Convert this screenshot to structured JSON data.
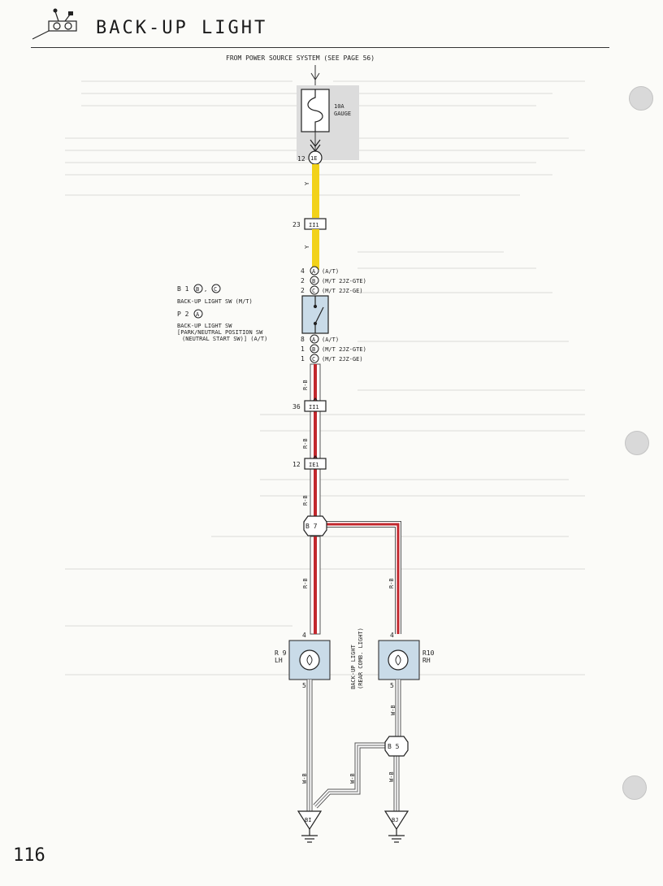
{
  "header": {
    "title": "BACK-UP LIGHT",
    "page_number": "116"
  },
  "source": {
    "label": "FROM POWER SOURCE SYSTEM (SEE PAGE 56)"
  },
  "fuse": {
    "rating": "10A",
    "name": "GAUGE"
  },
  "connectors": {
    "top_pin": "12",
    "top_id": "1E",
    "ii1_a_pin": "23",
    "ii1_a_id": "II1",
    "ii1_b_pin": "36",
    "ii1_b_id": "II1",
    "ie1_pin": "12",
    "ie1_id": "IE1",
    "junction_b7": "B 7",
    "junction_b5": "B 5",
    "ground_bi": "BI",
    "ground_bj": "BJ"
  },
  "wires": {
    "yellow_1": "Y",
    "yellow_2": "Y",
    "rb_1": "R-B",
    "rb_2": "R-B",
    "rb_3": "R-B",
    "rb_left": "R-B",
    "rb_right": "R-B",
    "wb_left": "W-B",
    "wb_mid": "W-B",
    "wb_right1": "W-B",
    "wb_right2": "W-B"
  },
  "switch": {
    "ref_b": "B 1",
    "ref_b_letters_1": "B",
    "ref_b_letters_2": "C",
    "ref_b_sep": ",",
    "name_mt": "BACK-UP LIGHT SW (M/T)",
    "ref_p": "P 2",
    "ref_p_letter": "A",
    "name_at_1": "BACK-UP LIGHT SW",
    "name_at_2": "[PARK/NEUTRAL POSITION SW",
    "name_at_3": "(NEUTRAL START SW)] (A/T)",
    "top_pins": [
      {
        "pin": "4",
        "letter": "A",
        "desc": "(A/T)"
      },
      {
        "pin": "2",
        "letter": "B",
        "desc": "(M/T 2JZ-GTE)"
      },
      {
        "pin": "2",
        "letter": "C",
        "desc": "(M/T 2JZ-GE)"
      }
    ],
    "bottom_pins": [
      {
        "pin": "8",
        "letter": "A",
        "desc": "(A/T)"
      },
      {
        "pin": "1",
        "letter": "B",
        "desc": "(M/T 2JZ-GTE)"
      },
      {
        "pin": "1",
        "letter": "C",
        "desc": "(M/T 2JZ-GE)"
      }
    ]
  },
  "lamps": {
    "left_ref": "R 9",
    "left_side": "LH",
    "right_ref": "R10",
    "right_side": "RH",
    "label_1": "BACK-UP LIGHT",
    "label_2": "(REAR COMB. LIGHT)",
    "left_pin_top": "4",
    "left_pin_bottom": "5",
    "right_pin_top": "4",
    "right_pin_bottom": "5"
  },
  "colors": {
    "yellow_wire": "#f2d21a",
    "red_wire": "#c2272d",
    "fuse_box_fill": "#dcdcdc",
    "component_fill": "#c9dbe8"
  }
}
